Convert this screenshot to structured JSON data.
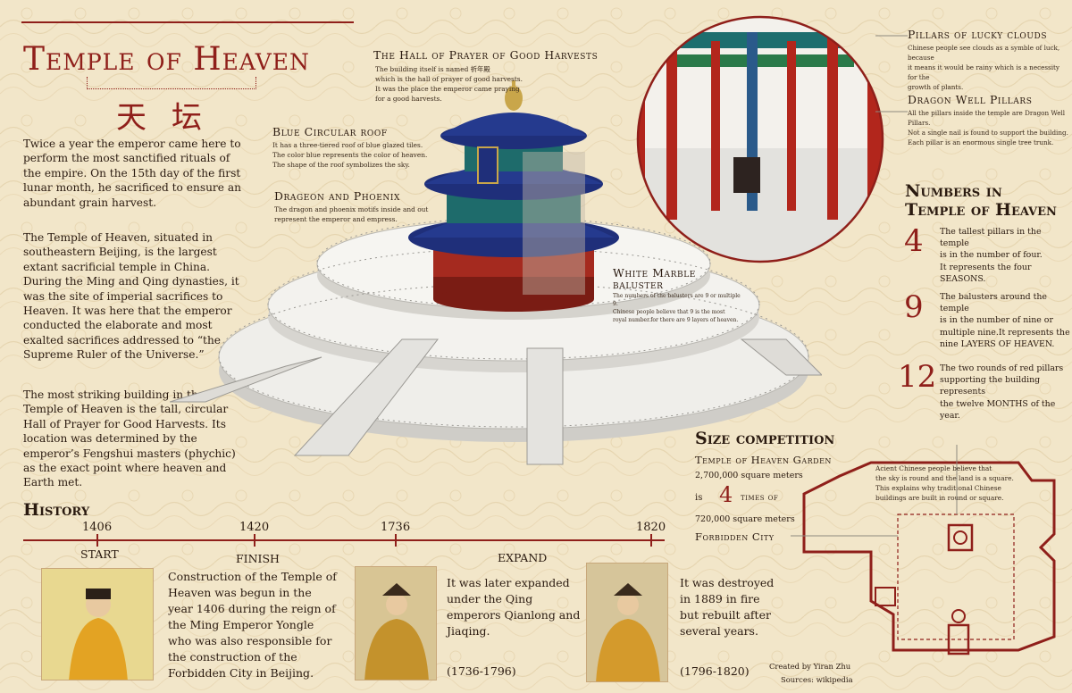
{
  "title": "Temple of Heaven",
  "chinese_title": "天坛",
  "intro": {
    "p1": "Twice a year the emperor came here to perform the most sanctified rituals of the empire. On the 15th day of the first lunar month, he sacrificed to ensure an abundant grain harvest.",
    "p2": "The Temple of Heaven, situated in southeastern Beijing, is the largest extant sacrificial temple in China. During the Ming and Qing dynasties, it was the site of imperial sacrifices to Heaven. It was here that the emperor conducted the elaborate and most exalted sacrifices addressed to “the Supreme Ruler of the Universe.”",
    "p3": "The most striking building in the Temple of Heaven is the tall, circular Hall of Prayer for Good Harvests. Its location was determined by the emperor’s Fengshui masters (phychic) as the exact point where heaven and Earth met."
  },
  "annotations": {
    "hall": {
      "title": "The Hall of Prayer of Good Harvests",
      "line1": "The building itself is named 祈年殿",
      "line2": "which is the hall of prayer of good harvests.",
      "line3": "It was the place the emperor came praying",
      "line4": "for a good harvests."
    },
    "roof": {
      "title": "Blue Circular roof",
      "line1": "It has a three-tiered roof of blue glazed tiles.",
      "line2": "The color blue represents the color of heaven.",
      "line3": "The shape of the roof symbolizes the sky."
    },
    "dragon": {
      "title": "Drageon and Phoenix",
      "line1": "The dragon and phoenix motifs inside and out",
      "line2": "represent the emperor and empress."
    },
    "baluster": {
      "title1": "White Marble",
      "title2": "baluster",
      "line1": "The numbers of the balusters are 9 or multiple 9.",
      "line2": "Chinese people believe that 9 is the most",
      "line3": "royal number.for there are 9 layers of heaven."
    },
    "clouds": {
      "title": "Pillars of lucky clouds",
      "line1": "Chinese people see clouds as a symble of luck, because",
      "line2": "it means it would be rainy which is a necessity for the",
      "line3": "growth of plants."
    },
    "well": {
      "title": "Dragon Well Pillars",
      "line1": "All the pillars inside the temple are Dragon Well Pillars.",
      "line2": "Not a single nail is found to support the building.",
      "line3": "Each pillar is an enormous single tree trunk."
    }
  },
  "numbers": {
    "heading1": "Numbers in",
    "heading2": "Temple of Heaven",
    "items": [
      {
        "num": "4",
        "line1": "The tallest pillars in the temple",
        "line2": "is in the number of four.",
        "line3": "It represents the four SEASONS.",
        "line4": ""
      },
      {
        "num": "9",
        "line1": "The balusters around the temple",
        "line2": "is in the number of nine or",
        "line3": "multiple nine.It represents the",
        "line4": "nine LAYERS OF HEAVEN."
      },
      {
        "num": "12",
        "line1": "The two rounds of red pillars",
        "line2": "supporting the building represents",
        "line3": "the twelve MONTHS of the year.",
        "line4": ""
      }
    ]
  },
  "size": {
    "heading": "Size competition",
    "garden_label": "Temple of Heaven Garden",
    "garden_area": "2,700,000 square meters",
    "is": "is",
    "times": "4",
    "times_of": "times of",
    "city_area": "720,000 square meters",
    "city_label": "Forbidden City",
    "note1": "Acient Chinese people believe that",
    "note2": "the sky is round and the land is a square.",
    "note3": "This explains why traditional Chinese",
    "note4": "buildings are built in round or square."
  },
  "history": {
    "heading": "History",
    "years": [
      "1406",
      "1420",
      "1736",
      "1820"
    ],
    "start": "START",
    "finish": "FINISH",
    "expand": "EXPAND",
    "text1": "Construction of the Temple of Heaven was begun in the year 1406 during the reign of the Ming Emperor Yongle who was also responsible for the construction of the Forbidden City in Beijing.",
    "text2": "It was later expanded under the Qing emperors Qianlong and Jiaqing.",
    "reign2": "(1736-1796)",
    "text3": "It was destroyed in 1889 in fire but rebuilt after several years.",
    "reign3": "(1796-1820)"
  },
  "credits": {
    "created": "Created by Yiran Zhu",
    "sources": "Sources: wikipedia"
  },
  "colors": {
    "accent": "#8f1f1a",
    "background": "#f2e6c9",
    "roof": "#1f2f7a",
    "gold": "#c9a64a",
    "marble": "#e8e6e0"
  }
}
